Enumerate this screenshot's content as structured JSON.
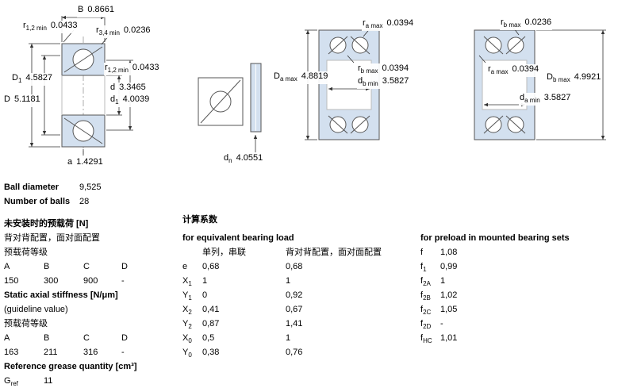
{
  "colors": {
    "drawing_fill": "#d3e0ef",
    "drawing_stroke": "#555555",
    "dim_line": "#333333"
  },
  "drawings": {
    "left": {
      "dims": {
        "B": {
          "sym": "B",
          "sub": "",
          "value": "0.8661"
        },
        "r12_top": {
          "sym": "r",
          "sub": "1,2 min",
          "value": "0.0433"
        },
        "r34_top": {
          "sym": "r",
          "sub": "3,4 min",
          "value": "0.0236"
        },
        "r12_right": {
          "sym": "r",
          "sub": "1,2 min",
          "value": "0.0433"
        },
        "D1": {
          "sym": "D",
          "sub": "1",
          "value": "4.5827"
        },
        "d": {
          "sym": "d",
          "sub": "",
          "value": "3.3465"
        },
        "d1": {
          "sym": "d",
          "sub": "1",
          "value": "4.0039"
        },
        "D": {
          "sym": "D",
          "sub": "",
          "value": "5.1181"
        },
        "a": {
          "sym": "a",
          "sub": "",
          "value": "1.4291"
        }
      }
    },
    "middle": {
      "dims": {
        "dn": {
          "sym": "d",
          "sub": "n",
          "value": "4.0551"
        }
      }
    },
    "arr_left": {
      "dims": {
        "ra": {
          "sym": "r",
          "sub": "a max",
          "value": "0.0394"
        },
        "Da": {
          "sym": "D",
          "sub": "a max",
          "value": "4.8819"
        },
        "rb": {
          "sym": "r",
          "sub": "b max",
          "value": "0.0394"
        },
        "db": {
          "sym": "d",
          "sub": "b min",
          "value": "3.5827"
        }
      }
    },
    "arr_right": {
      "dims": {
        "rb": {
          "sym": "r",
          "sub": "b max",
          "value": "0.0236"
        },
        "ra": {
          "sym": "r",
          "sub": "a max",
          "value": "0.0394"
        },
        "Db": {
          "sym": "D",
          "sub": "b max",
          "value": "4.9921"
        },
        "da": {
          "sym": "d",
          "sub": "a min",
          "value": "3.5827"
        }
      }
    }
  },
  "specs": {
    "ball_diameter": {
      "label": "Ball diameter",
      "value": "9,525"
    },
    "number_of_balls": {
      "label": "Number of balls",
      "value": "28"
    },
    "preload_unmounted": {
      "title": "未安装时的预载荷 [N]",
      "subtitle": "背对背配置，面对面配置",
      "class_label": "预载荷等级",
      "headers": [
        "A",
        "B",
        "C",
        "D"
      ],
      "values": [
        "150",
        "300",
        "900",
        "-"
      ]
    },
    "stiffness": {
      "title": "Static axial stiffness [N/μm]",
      "note": "(guideline value)",
      "class_label": "预载荷等级",
      "headers": [
        "A",
        "B",
        "C",
        "D"
      ],
      "values": [
        "163",
        "211",
        "316",
        "-"
      ]
    },
    "grease": {
      "title": "Reference grease quantity [cm³]",
      "sym": "G",
      "sub": "ref",
      "value": "11"
    }
  },
  "factors": {
    "title": "计算系数",
    "equivalent": {
      "title": "for equivalent bearing load",
      "col1": "单列，串联",
      "col2": "背对背配置，面对面配置",
      "rows": [
        {
          "sym": "e",
          "sub": "",
          "v1": "0,68",
          "v2": "0,68"
        },
        {
          "sym": "X",
          "sub": "1",
          "v1": "1",
          "v2": "1"
        },
        {
          "sym": "Y",
          "sub": "1",
          "v1": "0",
          "v2": "0,92"
        },
        {
          "sym": "X",
          "sub": "2",
          "v1": "0,41",
          "v2": "0,67"
        },
        {
          "sym": "Y",
          "sub": "2",
          "v1": "0,87",
          "v2": "1,41"
        },
        {
          "sym": "X",
          "sub": "0",
          "v1": "0,5",
          "v2": "1"
        },
        {
          "sym": "Y",
          "sub": "0",
          "v1": "0,38",
          "v2": "0,76"
        }
      ]
    },
    "preload": {
      "title": "for preload in mounted bearing sets",
      "rows": [
        {
          "sym": "f",
          "sub": "",
          "value": "1,08"
        },
        {
          "sym": "f",
          "sub": "1",
          "value": "0,99"
        },
        {
          "sym": "f",
          "sub": "2A",
          "value": "1"
        },
        {
          "sym": "f",
          "sub": "2B",
          "value": "1,02"
        },
        {
          "sym": "f",
          "sub": "2C",
          "value": "1,05"
        },
        {
          "sym": "f",
          "sub": "2D",
          "value": "-"
        },
        {
          "sym": "f",
          "sub": "HC",
          "value": "1,01"
        }
      ]
    }
  }
}
